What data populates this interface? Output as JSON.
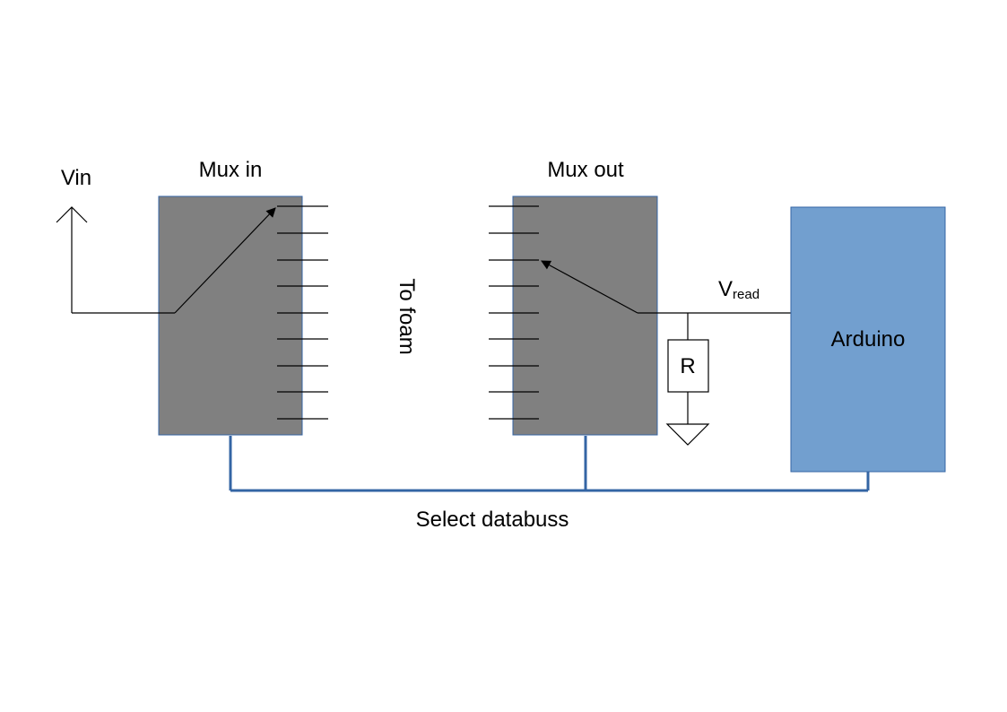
{
  "labels": {
    "vin": "Vin",
    "mux_in": "Mux in",
    "mux_out": "Mux out",
    "to_foam": "To foam",
    "vread_main": "V",
    "vread_sub": "read",
    "resistor": "R",
    "arduino": "Arduino",
    "select_databuss": "Select databuss"
  },
  "colors": {
    "mux_fill": "#808080",
    "arduino_fill": "#729fcf",
    "bus": "#3465a4",
    "wire": "#000000"
  }
}
